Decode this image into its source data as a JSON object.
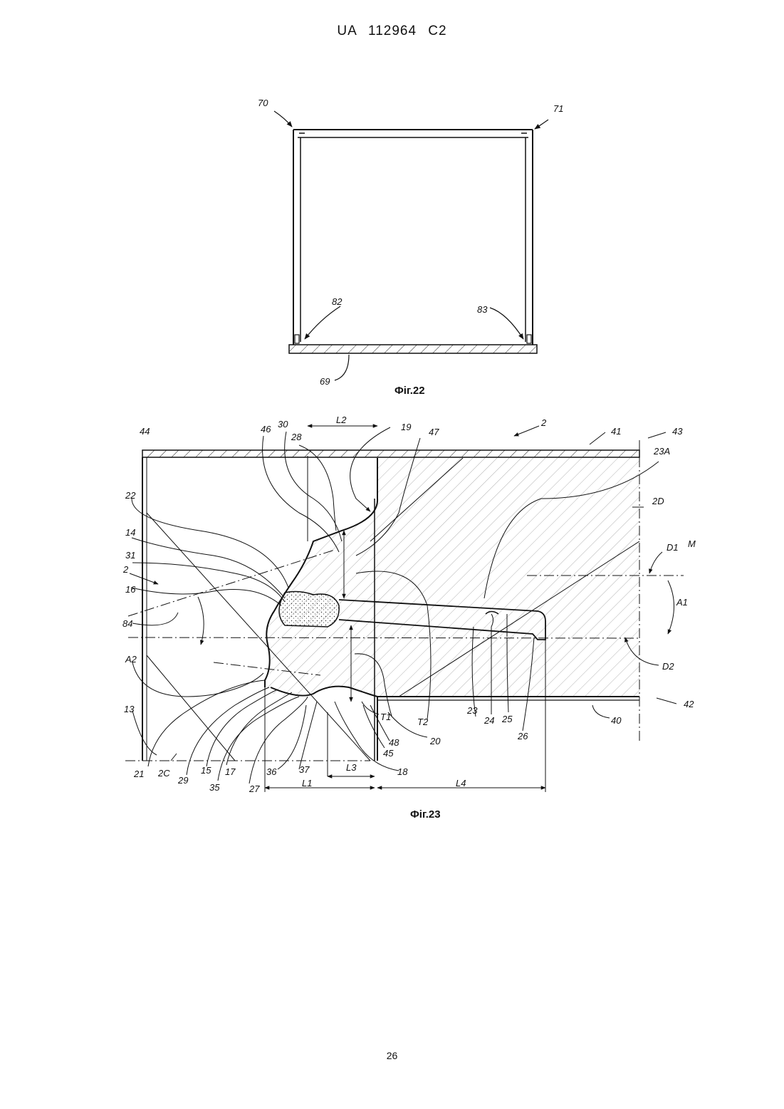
{
  "header": {
    "patent_number": "UA  112964  C2"
  },
  "figures": [
    {
      "caption": "Фіг.22",
      "labels": {
        "l70": "70",
        "l71": "71",
        "l82": "82",
        "l83": "83",
        "l69": "69"
      }
    },
    {
      "caption": "Фіг.23",
      "labels": {
        "l44": "44",
        "l46": "46",
        "l30": "30",
        "l28": "28",
        "lL2": "L2",
        "l19": "19",
        "l47": "47",
        "l2top": "2",
        "l41": "41",
        "l43": "43",
        "l23A": "23A",
        "l2D": "2D",
        "l22": "22",
        "l14": "14",
        "l31": "31",
        "l2left": "2",
        "l16": "16",
        "l84": "84",
        "lD1": "D1",
        "lM": "M",
        "lA1": "A1",
        "lA2": "A2",
        "lD2": "D2",
        "l13": "13",
        "l21": "21",
        "l2C": "2C",
        "l29": "29",
        "l15": "15",
        "l17": "17",
        "l35": "35",
        "l27": "27",
        "l36": "36",
        "l37": "37",
        "lL3": "L3",
        "l18": "18",
        "l45": "45",
        "l48": "48",
        "l20": "20",
        "lT1": "T1",
        "lT2": "T2",
        "l23": "23",
        "l24": "24",
        "l25": "25",
        "l26": "26",
        "l40": "40",
        "l42": "42",
        "lL1": "L1",
        "lL4": "L4"
      }
    }
  ],
  "page_number": "26"
}
